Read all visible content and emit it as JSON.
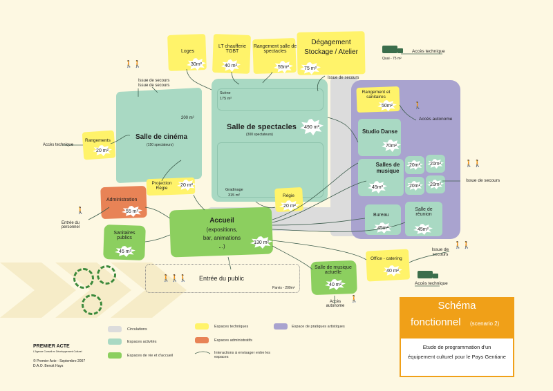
{
  "title": {
    "main_1": "Schéma",
    "main_2": "fonctionnel",
    "scenario": "(scenario 2)",
    "subtitle_1": "Etude de programmation d'un",
    "subtitle_2": "équipement culturel pour le Pays Gentiane"
  },
  "rooms": {
    "loges": {
      "label": "Loges",
      "area": "30m²"
    },
    "chaufferie": {
      "label": "LT chaufferie TGBT",
      "area": "40 m²"
    },
    "rangement_salle": {
      "label": "Rangement salle de spectacles",
      "area": "55m²"
    },
    "degagement": {
      "label_1": "Dégagement",
      "label_2": "Stockage / Atelier",
      "area": "75 m²"
    },
    "quai": {
      "label": "Quai - 75 m²"
    },
    "acces_technique_top": "Accès technique",
    "issue_secours_1": "Issue de secours",
    "issue_secours_2": "Issue de secours",
    "issue_secours_3": "Issue de secours",
    "issue_secours_right": "Issue de secours",
    "issue_secours_bottom": "Issue de secours",
    "cinema": {
      "label": "Salle de cinéma",
      "sub": "(150 spectateurs)",
      "area": "200 m²"
    },
    "rangements": {
      "label": "Rangements",
      "area": "20 m²"
    },
    "acces_technique_left": "Accès technique",
    "scene": {
      "label": "Scène",
      "area": "175 m²"
    },
    "spectacles": {
      "label": "Salle de spectacles",
      "sub": "(300 spectateurs)",
      "area": "490 m²"
    },
    "rangement_sanitaires": {
      "label": "Rangement et sanitaires",
      "area": "50m²"
    },
    "studio_danse": {
      "label": "Studio Danse",
      "area": "70m²"
    },
    "acces_autonome_right": "Accès autonome",
    "salles_musique": {
      "label": "Salles de musique",
      "area_big": "45m²",
      "small_1": "20m²",
      "small_2": "20m²",
      "small_3": "20m²",
      "small_4": "20m²"
    },
    "projection": {
      "label": "Projection Régie",
      "area": "20 m²"
    },
    "gradinage": {
      "label": "Gradinage",
      "area": "315 m²"
    },
    "regie": {
      "label": "Régie",
      "area": "20 m²"
    },
    "administration": {
      "label": "Administration",
      "area": "55 m²"
    },
    "entree_personnel": "Entrée du personnel",
    "accueil": {
      "label_1": "Accueil",
      "label_2": "(expositions,",
      "label_3": "bar, animations",
      "label_4": "...)",
      "area": "130 m²"
    },
    "bureau": {
      "label": "Bureau",
      "area": "45m²"
    },
    "salle_reunion": {
      "label": "Salle de réunion",
      "area": "45m²"
    },
    "sanitaires": {
      "label": "Sanitaires publics",
      "area": "45 m²"
    },
    "office": {
      "label": "Office - catering",
      "area": "40 m²"
    },
    "acces_technique_bottom": "Accès technique",
    "musique_actuelle": {
      "label": "Salle de musique actuelle",
      "area": "40 m²"
    },
    "acces_autonome_bottom": "Accès autonome",
    "entree_public": "Entrée du public",
    "parvis": "Parvis - 200m²"
  },
  "legend": {
    "circulations": "Circulations",
    "espaces_activites": "Espaces activités",
    "espaces_vie": "Espaces de vie et d'accueil",
    "espaces_techniques": "Espaces techniques",
    "espaces_admin": "Espaces administratifs",
    "interactions": "Interactions à envisager entre les espaces",
    "pratiques": "Espace de pratiques artistiques"
  },
  "credits": {
    "logo": "PREMIER ACTE",
    "logo_sub": "L'Agence Conseil en Développement Culturel",
    "copyright": "© Premier Acte - Septembre 2007",
    "dao": "D.A.O. Benoit Hays"
  },
  "colors": {
    "teal": "#a9d9c3",
    "green": "#8ccf5f",
    "yellow": "#fff36a",
    "orange": "#e88356",
    "purple": "#a9a3cf",
    "title_orange": "#f0a018"
  }
}
